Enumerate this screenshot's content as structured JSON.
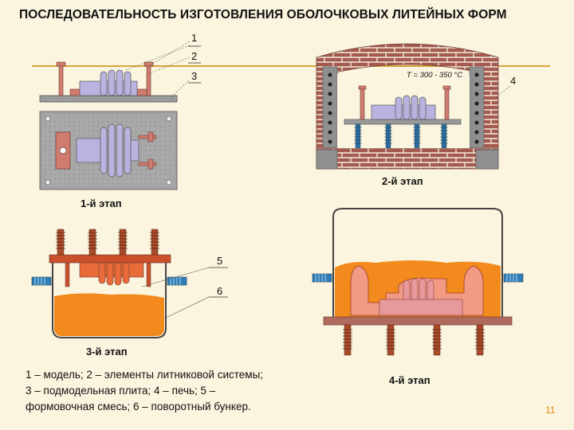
{
  "title": "ПОСЛЕДОВАТЕЛЬНОСТЬ ИЗГОТОВЛЕНИЯ ОБОЛОЧКОВЫХ ЛИТЕЙНЫХ ФОРМ",
  "stages": {
    "stage1": "1-й этап",
    "stage2": "2-й этап",
    "stage3": "3-й этап",
    "stage4": "4-й этап"
  },
  "callouts": {
    "n1": "1",
    "n2": "2",
    "n3": "3",
    "n4": "4",
    "n5": "5",
    "n6": "6"
  },
  "temperature": "T = 300 - 350 °C",
  "legend": {
    "line1": "1 – модель; 2 – элементы литниковой системы;",
    "line2": "3 – подмодельная плита; 4 – печь; 5 –",
    "line3": "формовочная смесь; 6 – поворотный бункер."
  },
  "page_number": "11",
  "colors": {
    "background": "#fbf5df",
    "accent_line": "#d9a53c",
    "model": "#b9b3e0",
    "pattern_plate": "#9a9a9a",
    "brick": "#a0524a",
    "sand": "#f28a1d",
    "pink_pattern": "#e79a9c",
    "shell_mould": "#c9502a",
    "blue_pin": "#2f7fb8"
  }
}
